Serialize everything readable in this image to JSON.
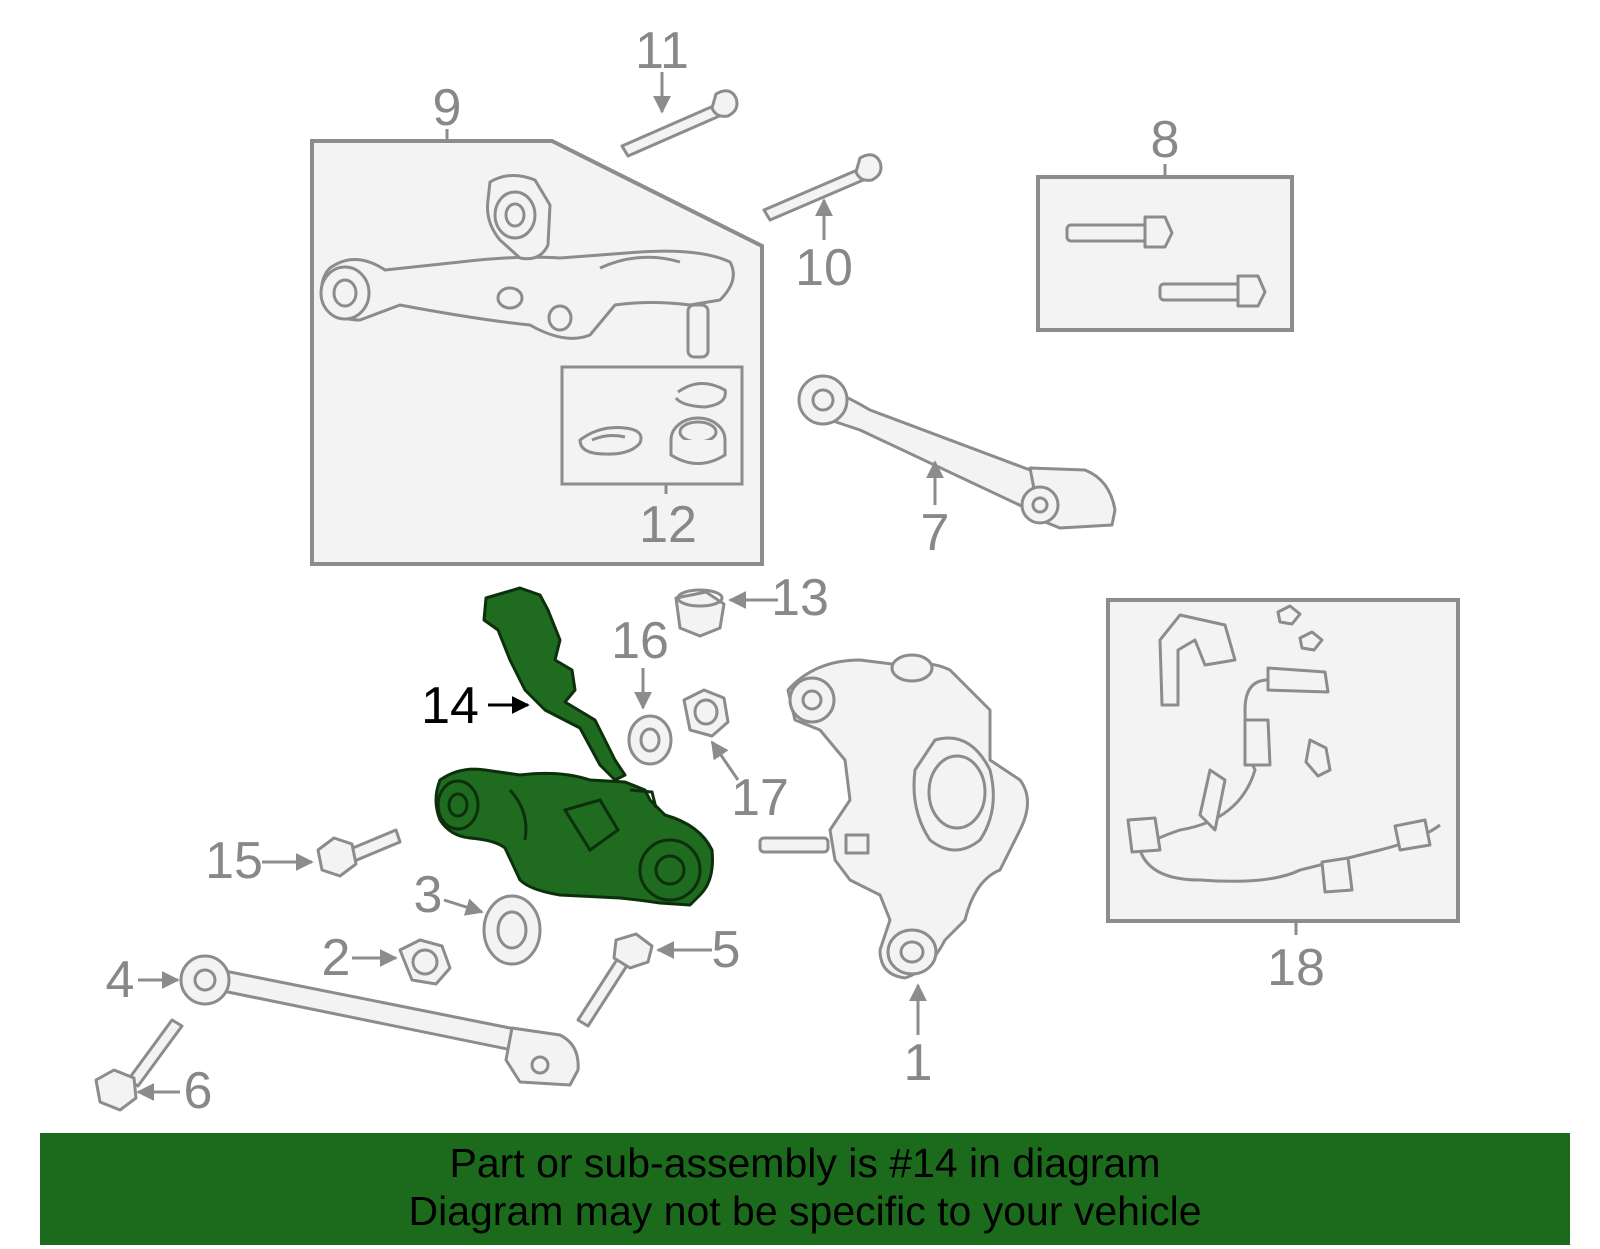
{
  "callouts": {
    "c1": "1",
    "c2": "2",
    "c3": "3",
    "c4": "4",
    "c5": "5",
    "c6": "6",
    "c7": "7",
    "c8": "8",
    "c9": "9",
    "c10": "10",
    "c11": "11",
    "c12": "12",
    "c13": "13",
    "c14": "14",
    "c15": "15",
    "c16": "16",
    "c17": "17",
    "c18": "18"
  },
  "highlight": {
    "part_number": "14",
    "color": "#1c6b1c"
  },
  "footer": {
    "line1": "Part or sub-assembly is #14 in diagram",
    "line2": "Diagram may not be specific to your vehicle"
  }
}
